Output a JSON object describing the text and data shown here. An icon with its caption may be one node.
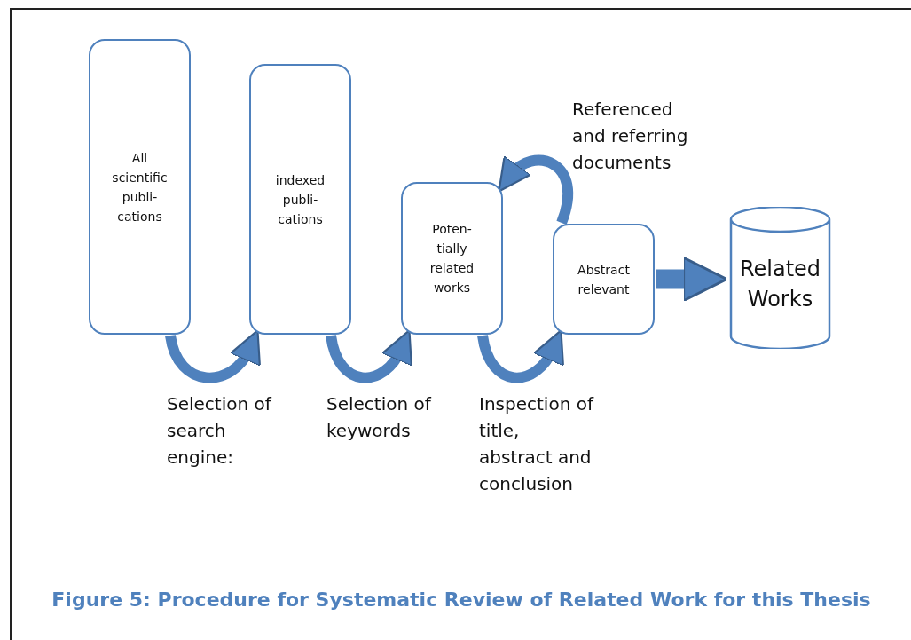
{
  "diagram": {
    "caption": "Figure 5: Procedure for Systematic Review of Related Work for this Thesis",
    "nodes": [
      {
        "text": [
          "All scientific publi- cations"
        ]
      },
      {
        "text": [
          "indexed publi- cations"
        ]
      },
      {
        "text": [
          "Poten- tially related works"
        ]
      },
      {
        "text": [
          "Abstract relevant"
        ]
      },
      {
        "text": [
          "Related Works"
        ]
      }
    ],
    "edges": [
      {
        "from": 0,
        "to": 1,
        "arrow": "to",
        "label": "Selection of search engine:"
      },
      {
        "from": 1,
        "to": 2,
        "arrow": "to",
        "label": "Selection of keywords"
      },
      {
        "from": 2,
        "to": 3,
        "arrow": "to",
        "label": "Inspection of title, abstract and conclusion"
      },
      {
        "from": 3,
        "to": 2,
        "arrow": "to",
        "label": "Referenced and referring documents"
      },
      {
        "from": 3,
        "to": 4,
        "arrow": "to",
        "style": "thick"
      }
    ]
  }
}
